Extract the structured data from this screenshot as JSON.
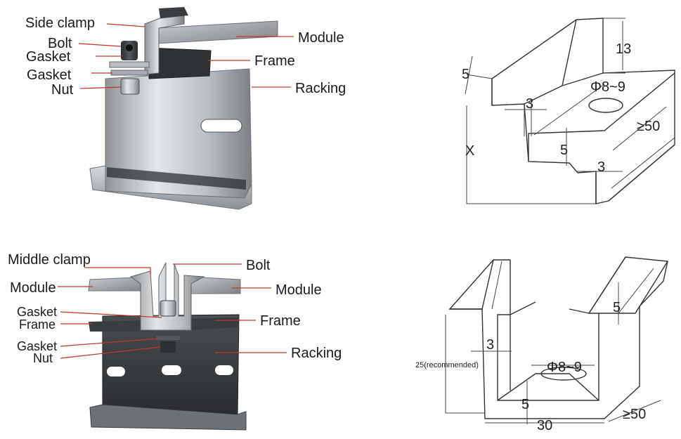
{
  "side_clamp_assembly": {
    "labels": {
      "side_clamp": "Side clamp",
      "bolt": "Bolt",
      "gasket_top": "Gasket",
      "gasket_bottom": "Gasket",
      "nut": "Nut",
      "module": "Module",
      "frame": "Frame",
      "racking": "Racking"
    }
  },
  "side_clamp_drawing": {
    "dimensions": {
      "top_height": "13",
      "lip_width": "5",
      "hole": "Φ8~9",
      "step_left": "3",
      "step_height": "5",
      "step_right": "3",
      "length": "≥50",
      "height_var": "X"
    }
  },
  "middle_clamp_assembly": {
    "labels": {
      "middle_clamp": "Middle clamp",
      "bolt": "Bolt",
      "module_left": "Module",
      "module_right": "Module",
      "gasket_top": "Gasket",
      "frame_left": "Frame",
      "frame_right": "Frame",
      "gasket_bottom": "Gasket",
      "nut": "Nut",
      "racking": "Racking"
    }
  },
  "middle_clamp_drawing": {
    "dimensions": {
      "lip_height": "5",
      "wall": "3",
      "hole": "Φ8~9",
      "height": "25(recommended)",
      "base_thickness": "5",
      "width": "30",
      "length": "≥50"
    }
  }
}
